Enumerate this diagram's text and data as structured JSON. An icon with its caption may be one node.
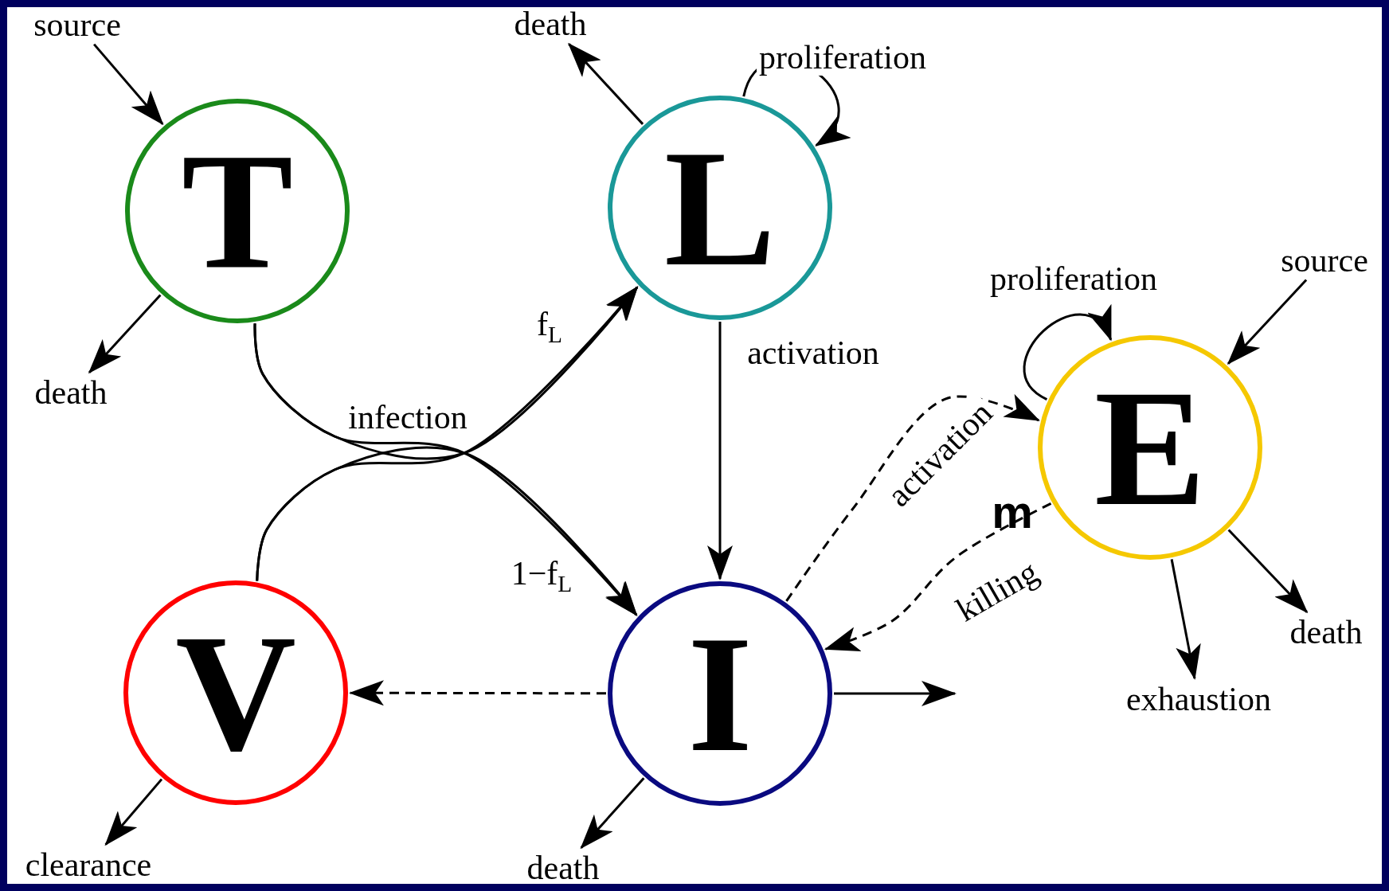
{
  "diagram": {
    "nodes": [
      {
        "text": [
          "T"
        ]
      },
      {
        "text": [
          "L"
        ]
      },
      {
        "text": [
          "E"
        ]
      },
      {
        "text": [
          "V"
        ]
      },
      {
        "text": [
          "I"
        ]
      },
      {
        "text": [
          "source"
        ]
      },
      {
        "text": [
          "death"
        ]
      },
      {
        "text": [
          "death"
        ]
      },
      {
        "text": [
          "source"
        ]
      },
      {
        "text": [
          "death"
        ]
      },
      {
        "text": [
          "exhaustion"
        ]
      },
      {
        "text": [
          "clearance"
        ]
      },
      {
        "text": [
          "death"
        ]
      }
    ],
    "edges": [
      {
        "from": 0,
        "to": 1,
        "arrow": "to",
        "label": "f$_{L}$"
      },
      {
        "from": 0,
        "to": 4,
        "arrow": "to",
        "label": "1−f$_{L}$"
      },
      {
        "from": 3,
        "to": 1,
        "arrow": "to"
      },
      {
        "from": 3,
        "to": 4,
        "arrow": "to"
      },
      {
        "from": 1,
        "to": 4,
        "arrow": "to",
        "label": "activation"
      },
      {
        "from": 4,
        "to": 2,
        "arrow": "to",
        "label": "activation",
        "style": "dashed"
      },
      {
        "from": 2,
        "to": 4,
        "arrow": "to",
        "label": "killing",
        "style": "dashed"
      },
      {
        "from": 4,
        "to": 3,
        "arrow": "to",
        "style": "dashed"
      },
      {
        "from": 1,
        "to": 1,
        "arrow": "to",
        "label": "proliferation"
      },
      {
        "from": 2,
        "to": 2,
        "arrow": "to",
        "label": "proliferation"
      },
      {
        "from": 5,
        "to": 0,
        "arrow": "to"
      },
      {
        "from": 0,
        "to": 6,
        "arrow": "to"
      },
      {
        "from": 1,
        "to": 7,
        "arrow": "to"
      },
      {
        "from": 8,
        "to": 2,
        "arrow": "to"
      },
      {
        "from": 2,
        "to": 9,
        "arrow": "to"
      },
      {
        "from": 2,
        "to": 10,
        "arrow": "to"
      },
      {
        "from": 3,
        "to": 11,
        "arrow": "to"
      },
      {
        "from": 4,
        "to": 12,
        "arrow": "to"
      },
      {
        "from": 4,
        "to": null,
        "arrow": "to"
      }
    ],
    "labels": [
      "infection",
      "m"
    ]
  }
}
